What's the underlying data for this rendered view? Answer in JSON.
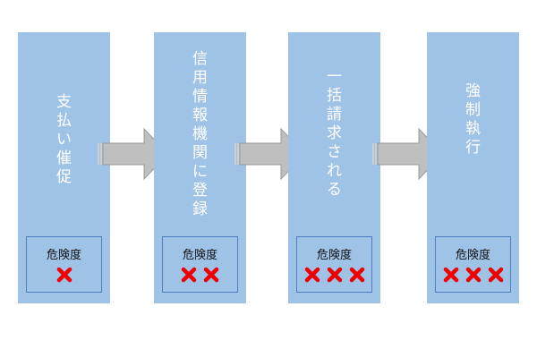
{
  "stages": [
    {
      "title_chars": [
        "支",
        "払",
        "い",
        "催",
        "促"
      ],
      "risk_label": "危険度",
      "risk_level": 1
    },
    {
      "title_chars": [
        "信",
        "用",
        "情",
        "報",
        "機",
        "関",
        "に",
        "登",
        "録"
      ],
      "risk_label": "危険度",
      "risk_level": 2
    },
    {
      "title_chars": [
        "一",
        "括",
        "請",
        "求",
        "さ",
        "れ",
        "る"
      ],
      "risk_label": "危険度",
      "risk_level": 3
    },
    {
      "title_chars": [
        "強",
        "制",
        "執",
        "行"
      ],
      "risk_label": "危険度",
      "risk_level": 3
    }
  ],
  "colors": {
    "stage_fill": "#9fc3e7",
    "mark_red": "#ee0000",
    "arrow_fill": "#bfbfbf"
  },
  "mark_icon": "cross-mark-icon",
  "arrow_icon": "right-arrow-icon"
}
